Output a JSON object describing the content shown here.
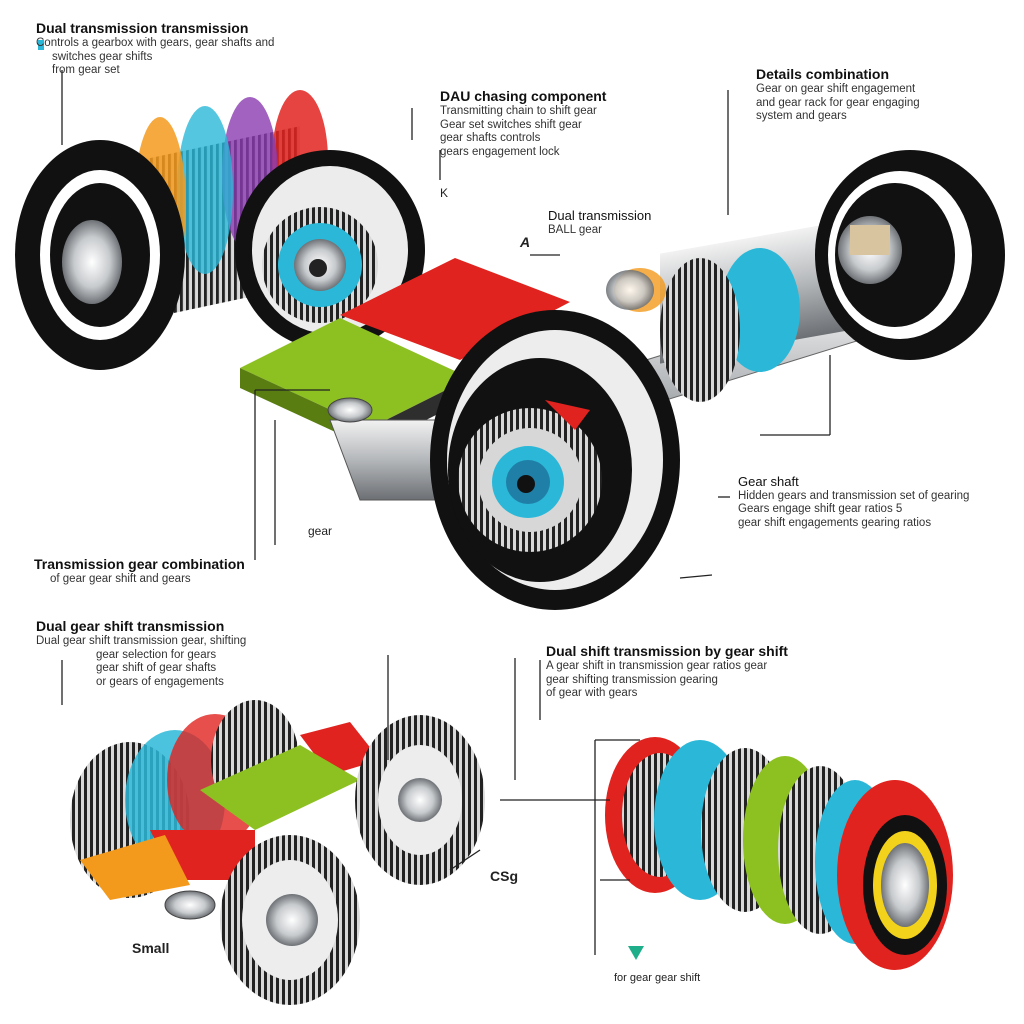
{
  "colors": {
    "red": "#e0231e",
    "green": "#8dc021",
    "cyan": "#2bb8d8",
    "orange": "#f39a1c",
    "black": "#111111",
    "steel": "#b9bcc0"
  },
  "callouts": [
    {
      "title": "Dual transmission transmission",
      "lines": [
        "Controls a gearbox with gears, gear shafts and",
        "switches gear shifts",
        "from gear set"
      ]
    },
    {
      "title": "DAU chasing component",
      "lines": [
        "Transmitting chain to shift gear",
        "Gear set switches shift gear",
        "gear shafts controls",
        "gears engagement lock"
      ]
    },
    {
      "title": "Details combination",
      "lines": [
        "Gear on gear shift engagement",
        "and gear rack for gear engaging",
        "system and gears"
      ]
    },
    {
      "title": "Dual transmission",
      "lines": [
        "BALL gear"
      ]
    },
    {
      "title": "Gear shaft",
      "lines": [
        "Hidden gears and transmission set of gearing",
        "Gears engage shift gear ratios 5",
        "gear shift engagements gearing ratios"
      ]
    },
    {
      "title": "Transmission gear combination",
      "lines": [
        "of gear gear shift and gears"
      ]
    },
    {
      "title": "Dual gear shift transmission",
      "lines": [
        "Dual gear shift transmission gear, shifting",
        "gear selection for gears",
        "gear shift of gear shafts",
        "or gears of engagements"
      ]
    },
    {
      "title": "Dual shift transmission by gear shift",
      "lines": [
        "A gear shift in transmission gear ratios gear",
        "gear shifting transmission gearing",
        "of gear with gears"
      ]
    }
  ],
  "tags": {
    "k_top": "K",
    "a_mark": "A",
    "gear_tag": "gear",
    "csg": "CSg",
    "small": "Small",
    "bottom_note": "for gear gear shift"
  }
}
